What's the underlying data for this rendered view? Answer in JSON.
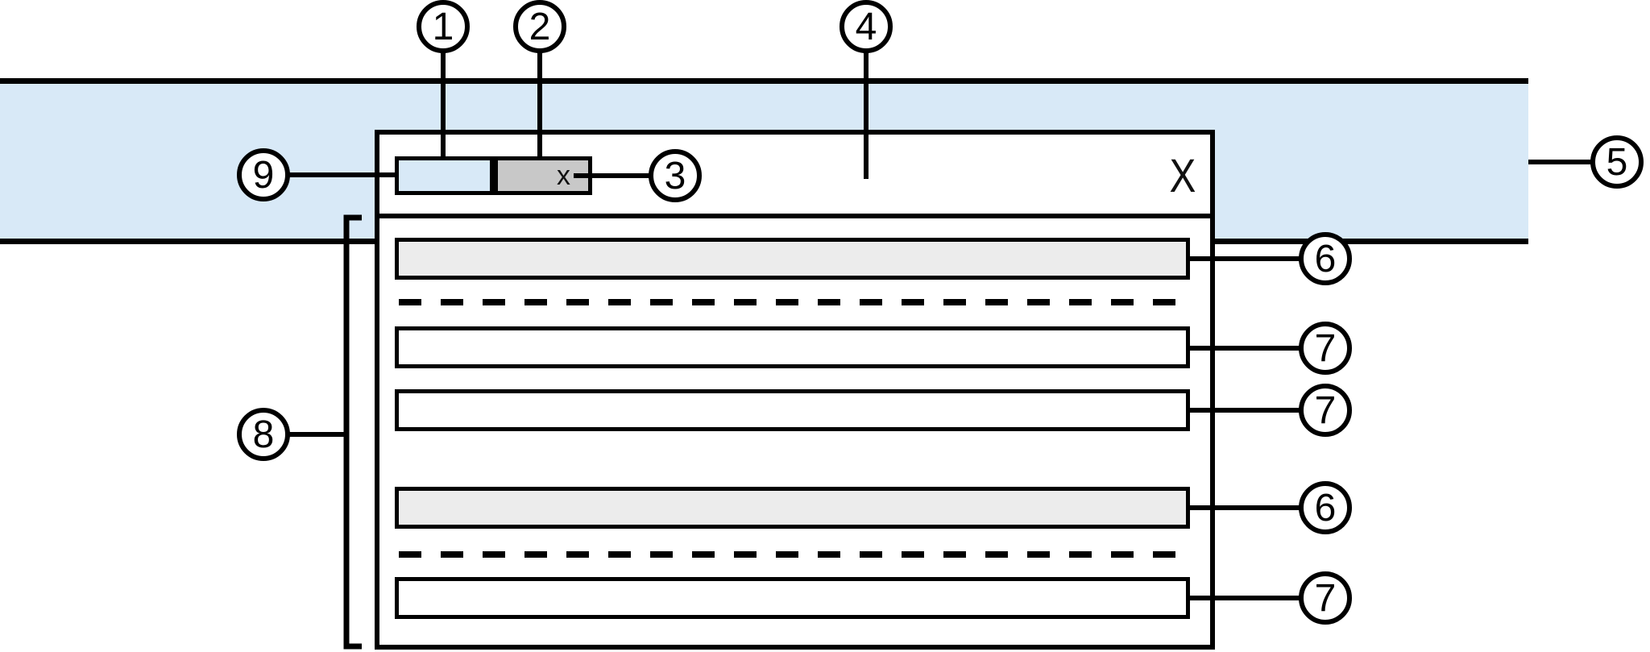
{
  "theme": {
    "band_blue": "#d8e9f7",
    "tab_gray": "#c8c8c8",
    "row_gray": "#ececec",
    "ink": "#000000",
    "paper": "#ffffff"
  },
  "dialog": {
    "close_label": "X",
    "inactive_tab": {
      "close_label": "x"
    }
  },
  "callouts": {
    "c1": "1",
    "c2": "2",
    "c3": "3",
    "c4": "4",
    "c5": "5",
    "c6a": "6",
    "c7a": "7",
    "c7b": "7",
    "c6b": "6",
    "c7c": "7",
    "c8": "8",
    "c9": "9"
  }
}
